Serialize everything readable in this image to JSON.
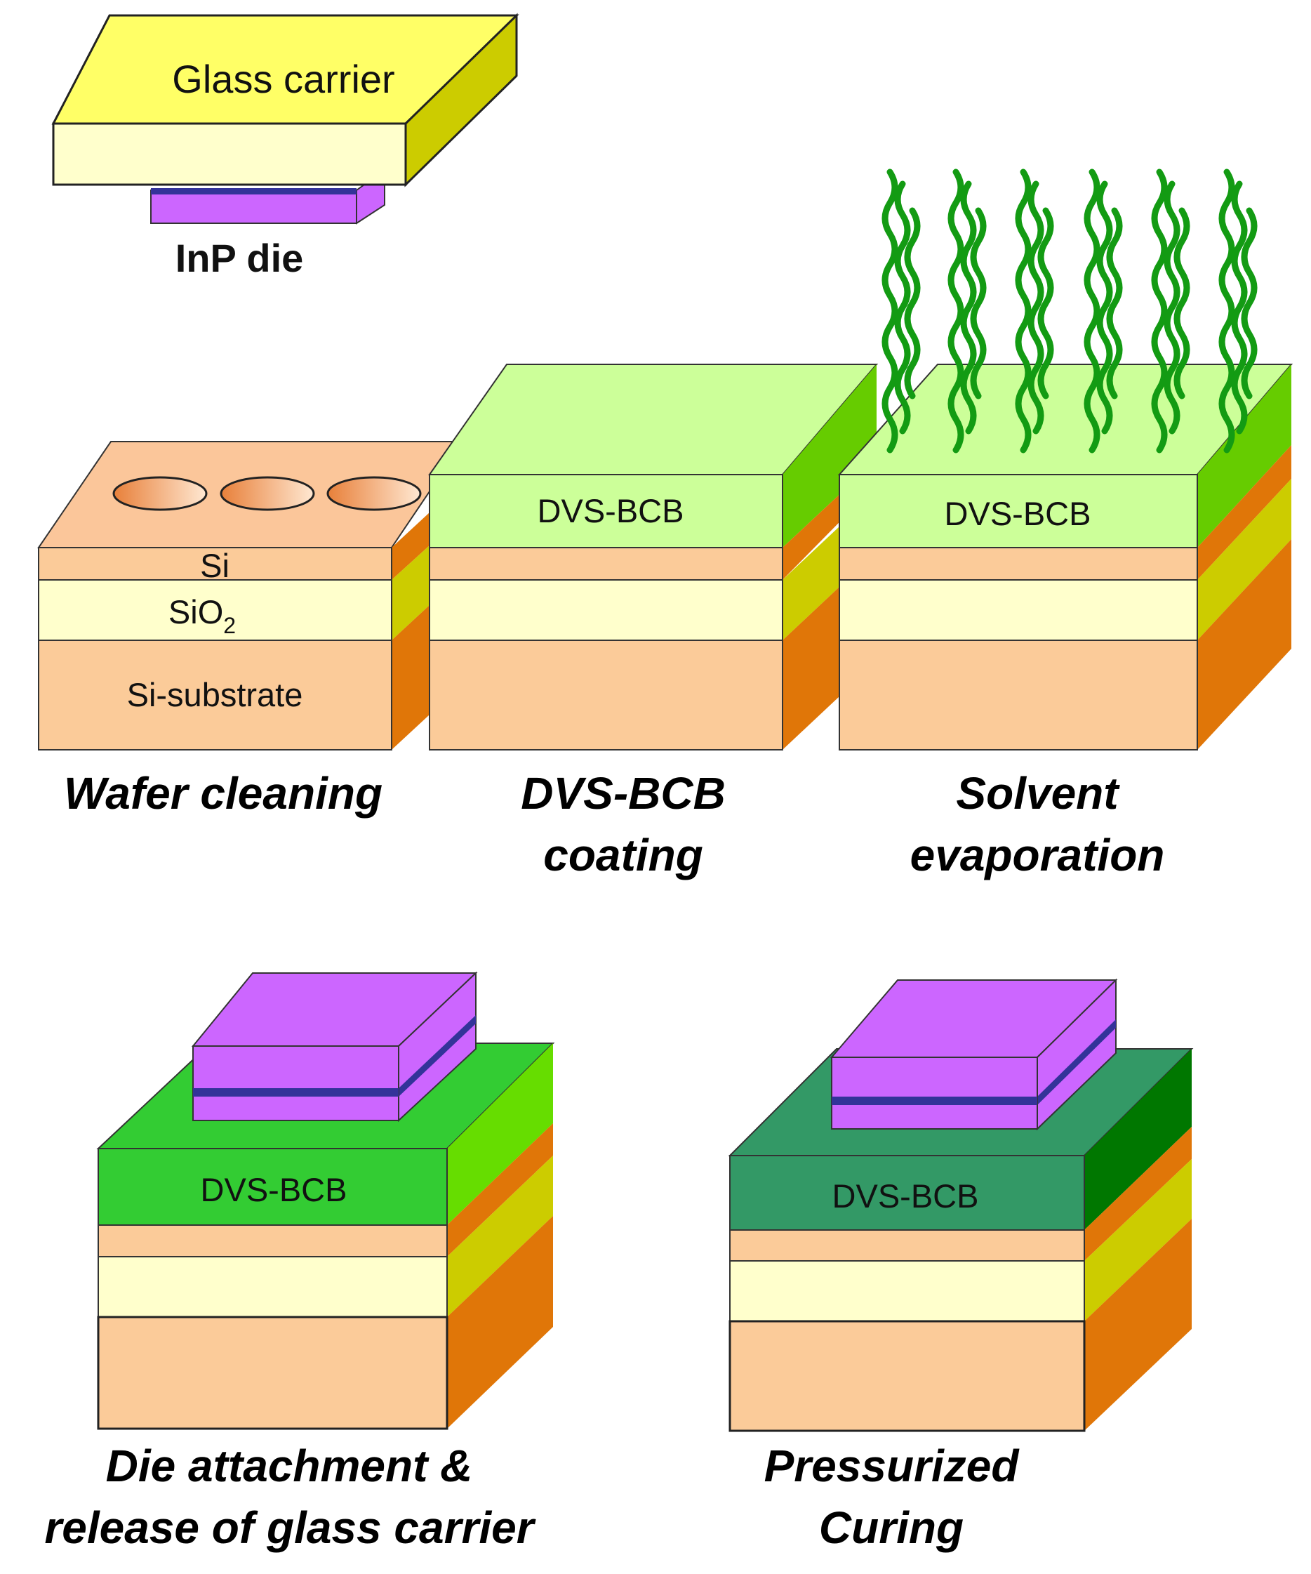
{
  "colors": {
    "si_front": "#FBCB99",
    "si_top": "#FBC69A",
    "si_side": "#E07608",
    "sio2_front": "#FFFFCC",
    "sio2_side": "#CCCC00",
    "bcb_front": "#CCFF99",
    "bcb_side": "#66CC00",
    "bcb_attached_front": "#33CC33",
    "bcb_attached_side": "#66DD00",
    "bcb_cured_front": "#339966",
    "bcb_cured_side": "#007700",
    "inp": "#CC66FF",
    "inp_band": "#333399",
    "glass_top": "#FFFF66",
    "glass_front": "#FFFFCC",
    "glass_side": "#CCCC00",
    "vapor": "#139B13"
  },
  "icons": {
    "vapor": "solvent-vapor-wave-icon",
    "pits": "surface-pit-icon"
  },
  "top": {
    "glass_label": "Glass carrier",
    "die_label": "InP die"
  },
  "layers": {
    "si": "Si",
    "sio2_base": "SiO",
    "sio2_sub": "2",
    "substrate": "Si-substrate",
    "bcb": "DVS-BCB"
  },
  "steps": {
    "wafer_cleaning": "Wafer cleaning",
    "coating_line1": "DVS-BCB",
    "coating_line2": "coating",
    "evaporation_line1": "Solvent",
    "evaporation_line2": "evaporation",
    "attach_line1": "Die attachment &",
    "attach_line2": "release of glass carrier",
    "curing_line1": "Pressurized",
    "curing_line2": "Curing"
  }
}
